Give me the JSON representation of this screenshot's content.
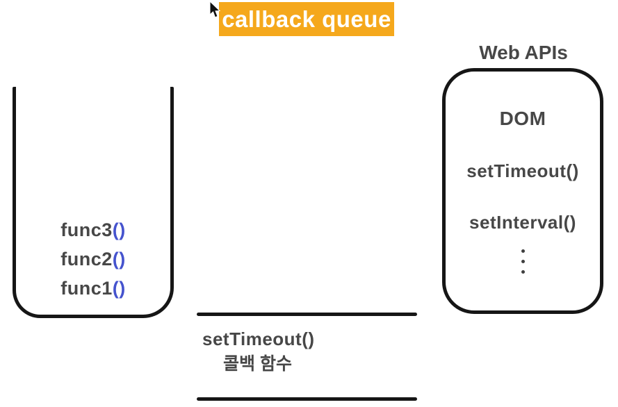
{
  "title": {
    "label": "callback queue"
  },
  "cursor": {
    "icon": "arrow-cursor"
  },
  "call_stack": {
    "items": [
      {
        "name": "func3",
        "parens": "()"
      },
      {
        "name": "func2",
        "parens": "()"
      },
      {
        "name": "func1",
        "parens": "()"
      }
    ]
  },
  "callback_queue_lane": {
    "line1": "setTimeout()",
    "line2": "콜백 함수"
  },
  "web_apis": {
    "label": "Web APIs",
    "items": [
      "DOM",
      "setTimeout()",
      "setInterval()"
    ]
  },
  "colors": {
    "accent_orange": "#F5A81C",
    "ink": "#161616",
    "text_gray": "#474747",
    "paren_blue": "#4553CE",
    "title_text": "#FFFFFF"
  }
}
